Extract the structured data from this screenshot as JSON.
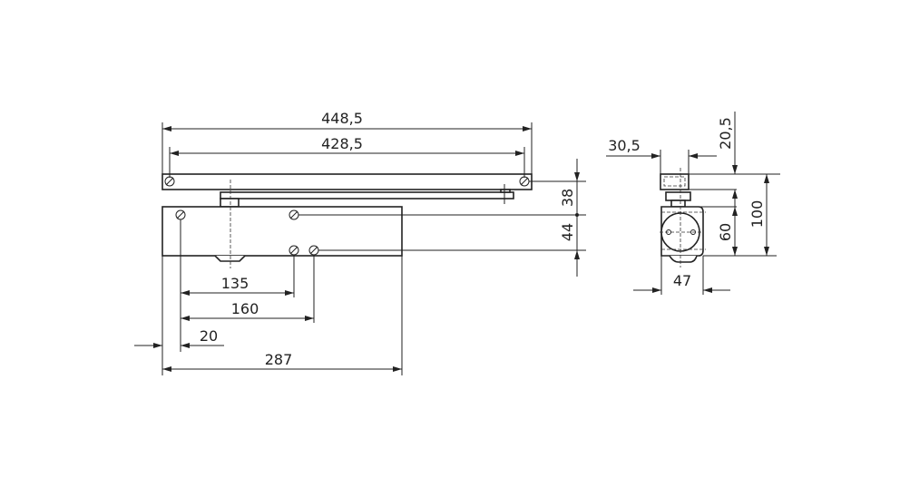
{
  "front_view": {
    "dimensions": {
      "rail_overall": "448,5",
      "rail_holes": "428,5",
      "rail_to_body_holes": "38",
      "body_hole_vertical": "44",
      "hole_spacing_1": "135",
      "hole_spacing_2": "160",
      "edge_to_hole": "20",
      "body_length": "287"
    }
  },
  "side_view": {
    "dimensions": {
      "rail_width": "30,5",
      "rail_height": "20,5",
      "body_height": "60",
      "total_height": "100",
      "body_width": "47"
    }
  },
  "colors": {
    "line": "#222222",
    "background": "#ffffff"
  }
}
